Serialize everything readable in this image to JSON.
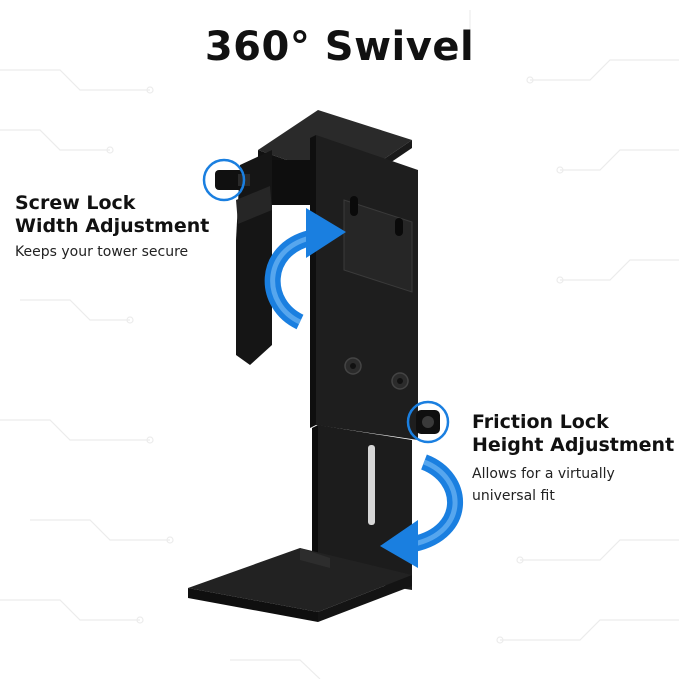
{
  "title": "360° Swivel",
  "callouts": {
    "left": {
      "heading_line1": "Screw Lock",
      "heading_line2": "Width Adjustment",
      "subtext": "Keeps your tower secure"
    },
    "right": {
      "heading_line1": "Friction Lock",
      "heading_line2": "Height Adjustment",
      "subtext_line1": "Allows for a virtually",
      "subtext_line2": "universal fit"
    }
  },
  "colors": {
    "accent_blue": "#1a7fe0",
    "bracket_black": "#1c1c1c",
    "title_text": "#111111"
  },
  "icons": [
    "rotation-arrow-icon",
    "rotation-arrow-icon",
    "highlight-circle-icon",
    "highlight-circle-icon"
  ]
}
